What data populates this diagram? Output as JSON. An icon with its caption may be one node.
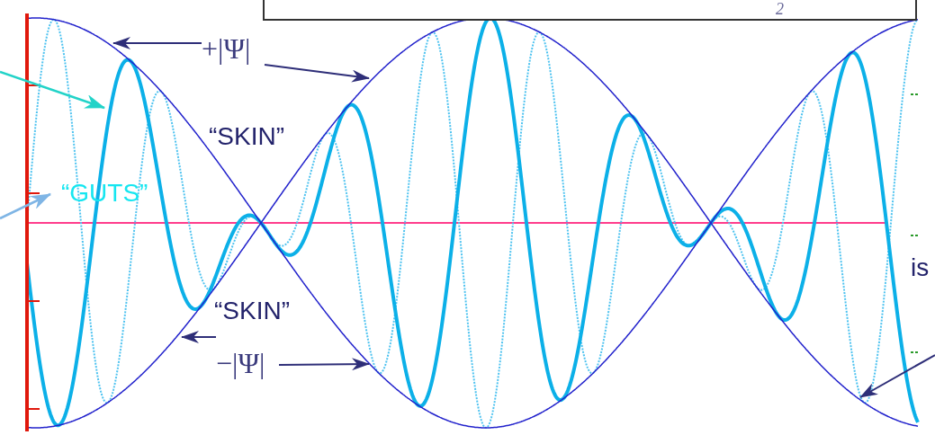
{
  "diagram": {
    "nodes": [
      {
        "text": [
          "+|Ψ|"
        ]
      },
      {
        "text": [
          "“SKIN”"
        ]
      },
      {
        "text": [
          "“GUTS”"
        ]
      },
      {
        "text": [
          "“SKIN”"
        ]
      },
      {
        "text": [
          "−|Ψ|"
        ]
      },
      {
        "text": [
          "2"
        ]
      }
    ],
    "edges": [
      {
        "from": 0,
        "to": null,
        "arrow": "to"
      },
      {
        "from": 0,
        "to": null,
        "arrow": "to"
      },
      {
        "from": 4,
        "to": null,
        "arrow": "to"
      },
      {
        "from": 4,
        "to": null,
        "arrow": "to"
      }
    ],
    "labels": [
      "is"
    ]
  }
}
